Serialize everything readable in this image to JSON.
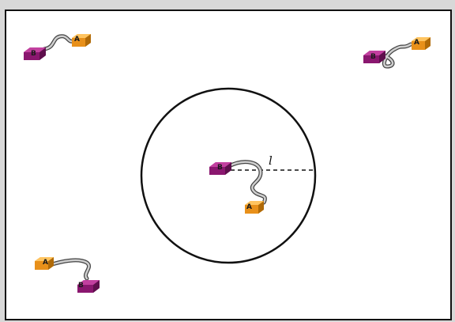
{
  "colors": {
    "block_b": "#9b1f7e",
    "block_b_dark": "#5e0f4c",
    "block_a": "#f3a21f",
    "block_a_dark": "#b06a08",
    "linker": "#8a8a8a",
    "circle": "#111111"
  },
  "diagram": {
    "label_a": "A",
    "label_b": "B",
    "distance_label": "l",
    "pairs": [
      {
        "name": "top-left"
      },
      {
        "name": "top-right"
      },
      {
        "name": "center"
      },
      {
        "name": "bottom-left"
      }
    ]
  }
}
